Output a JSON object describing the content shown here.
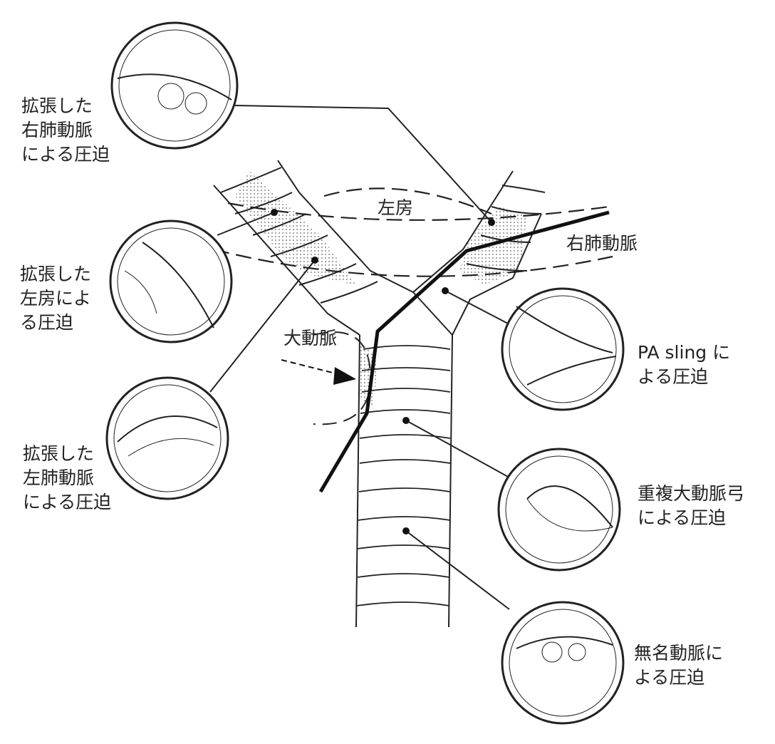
{
  "labels": {
    "right_pa_dilated": [
      "拡張した",
      "右肺動脈",
      "による圧迫"
    ],
    "left_atrium_dilated": [
      "拡張した",
      "左房によ",
      "る圧迫"
    ],
    "left_pa_dilated": [
      "拡張した",
      "左肺動脈",
      "による圧迫"
    ],
    "pa_sling": [
      "PA sling に",
      "よる圧迫"
    ],
    "double_aortic_arch": [
      "重複大動脈弓",
      "による圧迫"
    ],
    "innominate_artery": [
      "無名動脈に",
      "よる圧迫"
    ],
    "left_atrium": "左房",
    "right_pulmonary_artery": "右肺動脈",
    "aorta": "大動脈"
  },
  "colors": {
    "ink": "#222222",
    "stipple": "#bbbbbb"
  }
}
